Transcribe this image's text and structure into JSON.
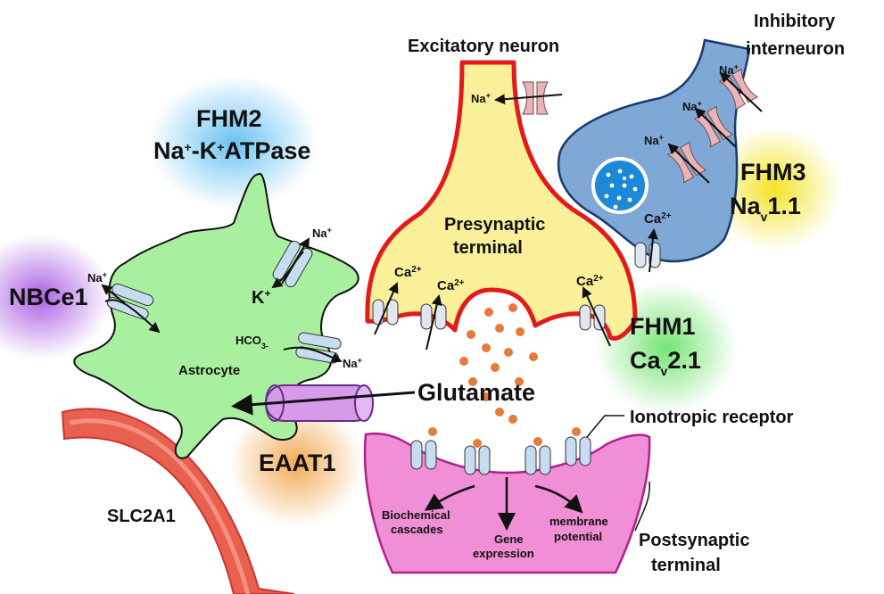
{
  "labels": {
    "excitatory_neuron": "Excitatory neuron",
    "inhibitory_line1": "Inhibitory",
    "inhibitory_line2": "interneuron",
    "fhm2_line1": "FHM2",
    "fhm2_na": "Na",
    "fhm2_k": "-K",
    "fhm2_atpase": "ATPase",
    "fhm3_line1": "FHM3",
    "fhm3_na": "Na",
    "fhm3_sub": "v",
    "fhm3_num": "1.1",
    "fhm1_line1": "FHM1",
    "fhm1_ca": "Ca",
    "fhm1_sub": "v",
    "fhm1_num": "2.1",
    "nbce1": "NBCe1",
    "eaat1": "EAAT1",
    "slc2a1": "SLC2A1",
    "presynaptic_line1": "Presynaptic",
    "presynaptic_line2": "terminal",
    "astrocyte": "Astrocyte",
    "glutamate": "Glutamate",
    "ionotropic_receptor": "Ionotropic receptor",
    "biochemical_line1": "Biochemical",
    "biochemical_line2": "cascades",
    "gene_line1": "Gene",
    "gene_line2": "expression",
    "membrane_line1": "membrane",
    "membrane_line2": "potential",
    "postsynaptic_line1": "Postsynaptic",
    "postsynaptic_line2": "terminal",
    "k_ion": "K",
    "hco3": "HCO",
    "hco3_sup": "3-",
    "plus": "+",
    "two_plus": "2+"
  },
  "ions": {
    "na": "Na",
    "ca": "Ca"
  },
  "colors": {
    "astrocyte": "#a8f0a0",
    "presynaptic": "#fbf09a",
    "presynaptic_border": "#e41a1a",
    "interneuron": "#7fa8d6",
    "postsynaptic": "#f08ed6",
    "vessel": "#e8614f",
    "glow_fhm2": "#4fb8f0",
    "glow_fhm3": "#f2e21a",
    "glow_fhm1": "#5de05d",
    "glow_nbce1": "#a04fe0",
    "glow_eaat1": "#f0a040",
    "glutamate": "#e8793a",
    "channel": "#c7dcf0",
    "receptor_pink": "#e8b4b8",
    "transporter": "#d59ae8"
  }
}
